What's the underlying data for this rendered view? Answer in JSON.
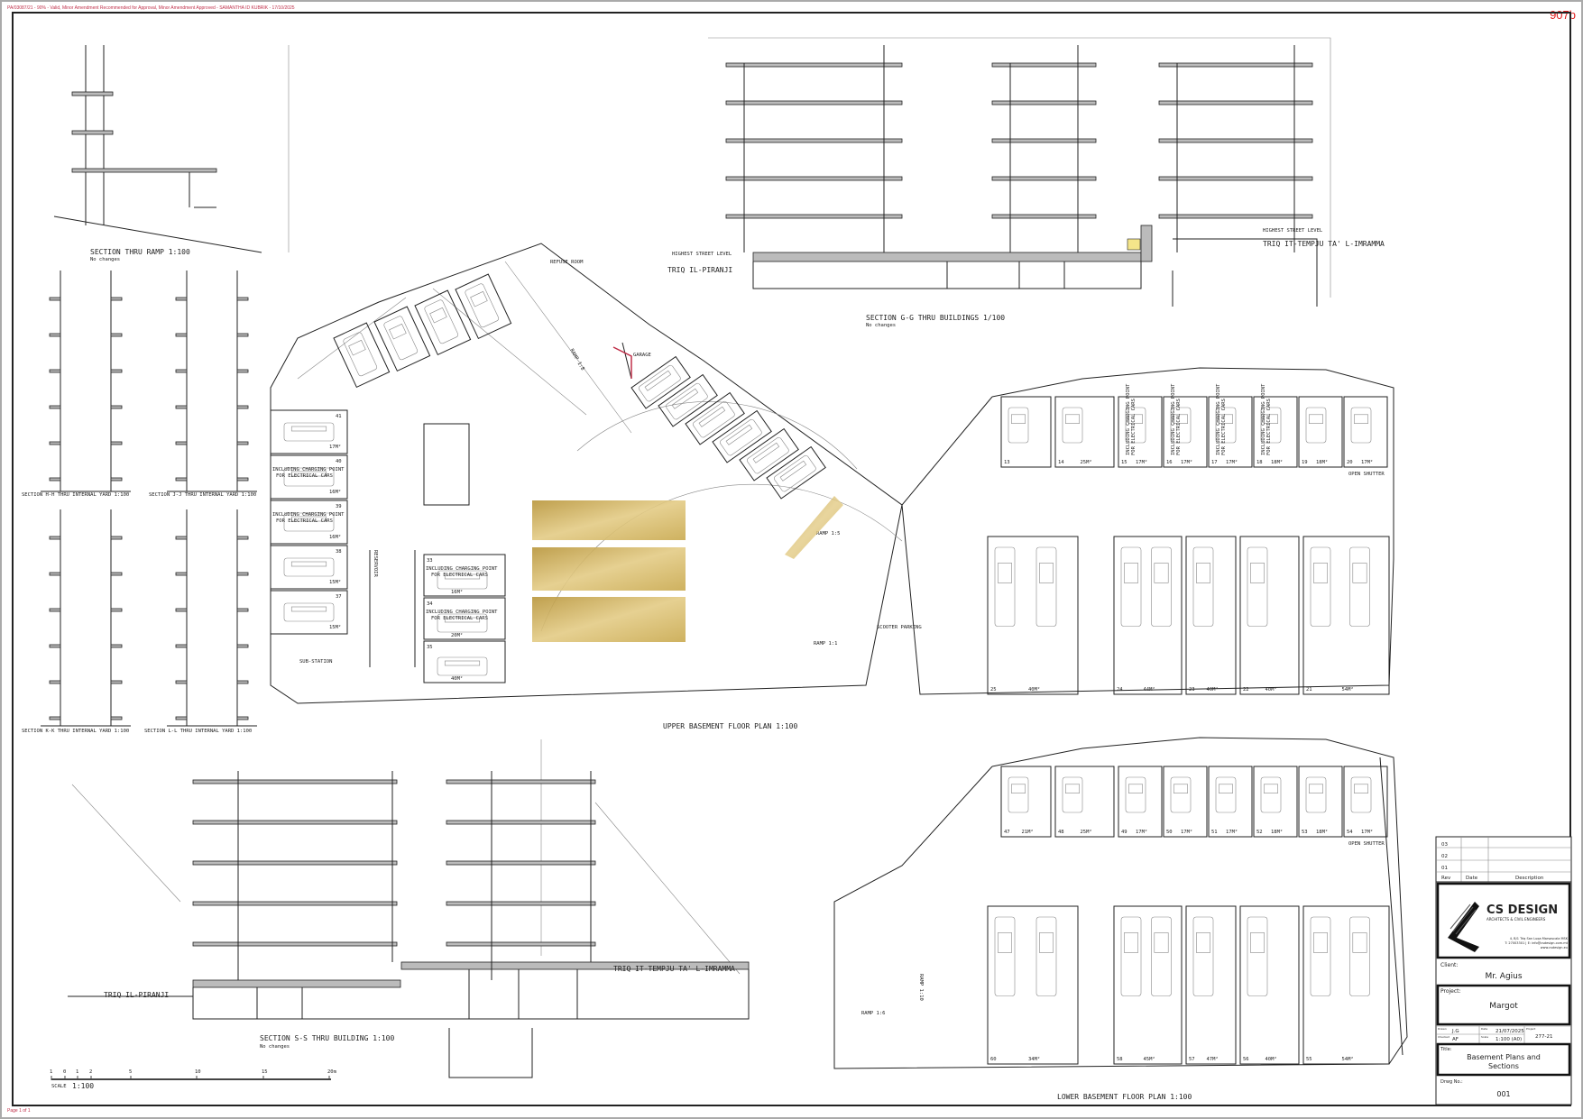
{
  "header_note": "PA/03087/21 - 90% - Valid, Minor Amendment Recommended for Approval, Minor Amendment Approved - SAMANTHA ID KUBRIK - 17/10/2025",
  "sheet_ref": "907b",
  "page_label": "Page 1 of 1",
  "colors": {
    "annotation_red": "#c0304a",
    "logo_gold": "#c9a94e",
    "line": "#222222",
    "wall_fill": "#bbbbbb"
  },
  "sections": {
    "ramp": "SECTION  THRU RAMP 1:100",
    "hh": "SECTION H-H THRU INTERNAL YARD 1:100",
    "jj": "SECTION J-J THRU INTERNAL YARD 1:100",
    "kk": "SECTION K-K THRU INTERNAL YARD 1:100",
    "ll": "SECTION L-L THRU INTERNAL YARD 1:100",
    "gg": "SECTION G-G THRU BUILDINGS 1/100",
    "ss": "SECTION S-S THRU BUILDING 1:100",
    "no_changes": "No changes"
  },
  "streets": {
    "highest": "HIGHEST STREET LEVEL",
    "piranji": "TRIQ IL-PIRANJI",
    "imramma": "TRIQ IT-TEMPJU TA' L-IMRAMMA"
  },
  "plans": {
    "upper_title": "UPPER BASEMENT FLOOR PLAN 1:100",
    "lower_title": "LOWER BASEMENT FLOOR PLAN 1:100",
    "refuse_room": "REFUSE ROOM",
    "garage": "GARAGE",
    "ramp_1_8": "RAMP 1:8",
    "ramp_1_5": "RAMP 1:5",
    "ramp_1_1": "RAMP 1:1",
    "ramp_1_10": "RAMP 1:10",
    "ramp_1_6": "RAMP 1:6",
    "scooter": "SCOOTER PARKING",
    "substation": "SUB-STATION",
    "reservoir": "RESERVOIR",
    "open_shutter": "OPEN SHUTTER",
    "charging_1": "INCLUDING CHARGING POINT",
    "charging_2": "FOR ELECTRICAL CARS",
    "upper_top_bays": [
      {
        "no": "13",
        "area": ""
      },
      {
        "no": "14",
        "area": "25M²"
      },
      {
        "no": "15",
        "area": "17M²"
      },
      {
        "no": "16",
        "area": "17M²"
      },
      {
        "no": "17",
        "area": "17M²"
      },
      {
        "no": "18",
        "area": "18M²"
      },
      {
        "no": "19",
        "area": "18M²"
      },
      {
        "no": "20",
        "area": "17M²"
      }
    ],
    "upper_bottom_bays": [
      {
        "no": "25",
        "area": "40M²"
      },
      {
        "no": "24",
        "area": "44M²"
      },
      {
        "no": "23",
        "area": "40M²"
      },
      {
        "no": "22",
        "area": "40M²"
      },
      {
        "no": "21",
        "area": "54M²"
      }
    ],
    "lower_top_bays": [
      {
        "no": "47",
        "area": "21M²"
      },
      {
        "no": "48",
        "area": "25M²"
      },
      {
        "no": "49",
        "area": "17M²"
      },
      {
        "no": "50",
        "area": "17M²"
      },
      {
        "no": "51",
        "area": "17M²"
      },
      {
        "no": "52",
        "area": "18M²"
      },
      {
        "no": "53",
        "area": "18M²"
      },
      {
        "no": "54",
        "area": "17M²"
      }
    ],
    "lower_bottom_bays": [
      {
        "no": "60",
        "area": "34M²"
      },
      {
        "no": "58",
        "area": "45M²"
      },
      {
        "no": "57",
        "area": "47M²"
      },
      {
        "no": "56",
        "area": "40M²"
      },
      {
        "no": "55",
        "area": "54M²"
      }
    ],
    "left_bays": [
      {
        "no": "41",
        "area": "17M²"
      },
      {
        "no": "40",
        "area": "16M²"
      },
      {
        "no": "39",
        "area": "16M²"
      },
      {
        "no": "38",
        "area": "15M²"
      },
      {
        "no": "37",
        "area": "15M²"
      }
    ],
    "centre_bays": [
      {
        "no": "33",
        "area": "16M²"
      },
      {
        "no": "34",
        "area": "20M²"
      },
      {
        "no": "35",
        "area": "40M²"
      }
    ]
  },
  "scale_bar": {
    "ticks": [
      "1",
      "0",
      "1",
      "2",
      "5",
      "10",
      "15",
      "20m"
    ],
    "label": "SCALE",
    "value": "1:100"
  },
  "title_block": {
    "rev_rows": [
      "03",
      "02",
      "01"
    ],
    "rev_label": "Rev",
    "date_label": "Date",
    "description_label": "Description",
    "company": "CS DESIGN",
    "company_sub": "ARCHITECTS & CIVIL ENGINEERS",
    "address_1": "4, B/1 Triq San Luqa Marsascala MSK",
    "address_2": "T: 27003301 | E: info@csdesign.com.mt",
    "address_3": "www.csdesign.eu",
    "client_label": "Client:",
    "client": "Mr. Agius",
    "project_label": "Project:",
    "project": "Margot",
    "drawn_label": "Drawn",
    "drawn": "J.G",
    "checked_label": "Checked",
    "checked": "AF",
    "date_label2": "Date",
    "date": "21/07/2025",
    "scale_label": "Scale",
    "scale": "1:100 (A0)",
    "project_no_label": "Project",
    "project_no": "277-21",
    "title_label": "Title:",
    "title_1": "Basement Plans and",
    "title_2": "Sections",
    "drwg_label": "Drwg No.:",
    "drwg_no": "001"
  }
}
